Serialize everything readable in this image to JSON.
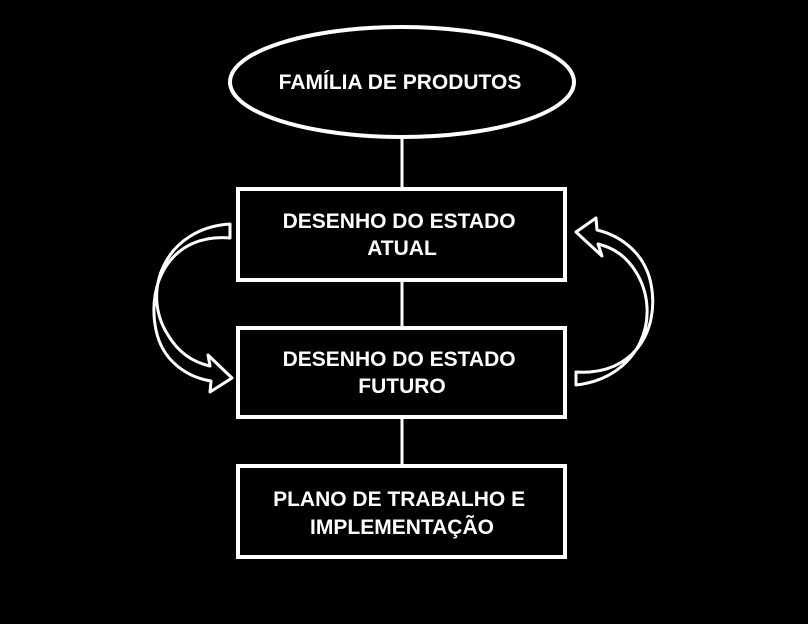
{
  "diagram": {
    "colors": {
      "background": "#000000",
      "stroke": "#ffffff",
      "text": "#ffffff"
    },
    "nodes": {
      "familia": {
        "shape": "ellipse",
        "lines": [
          "FAMÍLIA DE PRODUTOS"
        ]
      },
      "estado_atual": {
        "shape": "rectangle",
        "lines": [
          "DESENHO DO ESTADO",
          "ATUAL"
        ]
      },
      "estado_futuro": {
        "shape": "rectangle",
        "lines": [
          "DESENHO DO ESTADO",
          "FUTURO"
        ]
      },
      "plano": {
        "shape": "rectangle",
        "lines": [
          "PLANO DE TRABALHO E",
          "IMPLEMENTAÇÃO"
        ]
      }
    },
    "edges": [
      {
        "from": "familia",
        "to": "estado_atual",
        "type": "line"
      },
      {
        "from": "estado_atual",
        "to": "estado_futuro",
        "type": "line"
      },
      {
        "from": "estado_futuro",
        "to": "plano",
        "type": "line"
      },
      {
        "from": "estado_atual",
        "to": "estado_futuro",
        "type": "curved-arrow",
        "side": "left"
      },
      {
        "from": "estado_futuro",
        "to": "estado_atual",
        "type": "curved-arrow",
        "side": "right"
      }
    ]
  }
}
